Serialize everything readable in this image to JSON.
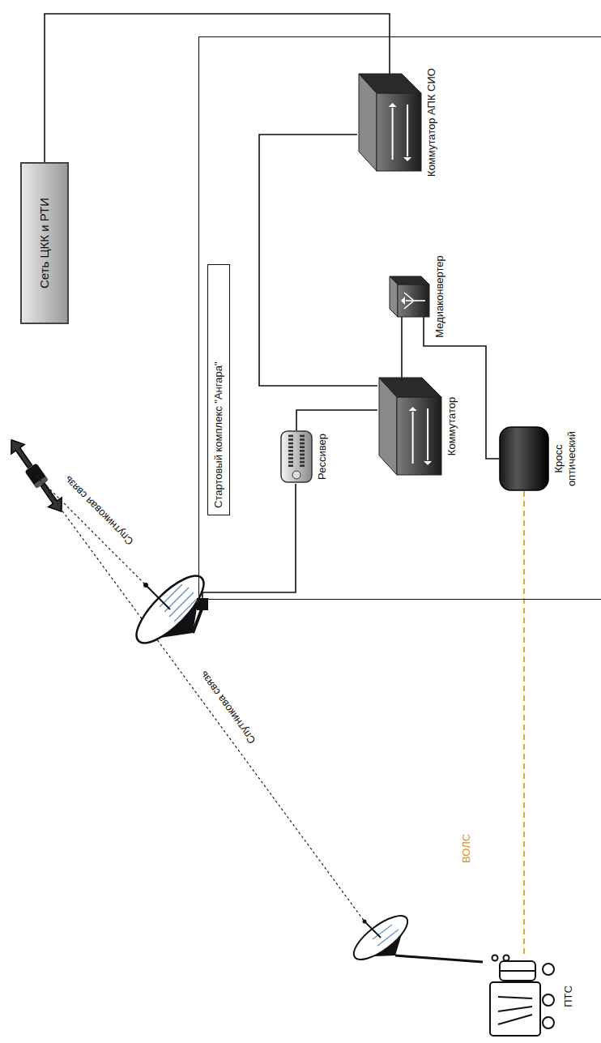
{
  "diagram": {
    "nodes": [
      {
        "text": [
          "Сеть ЦКК и РТИ"
        ]
      },
      {
        "text": [
          "Стартовый комплекс \"Ангара\""
        ]
      },
      {
        "text": [
          "Рессивер"
        ],
        "in": 1
      },
      {
        "text": [
          "Коммутатор"
        ],
        "in": 1
      },
      {
        "text": [
          "Медиаконвертер"
        ],
        "in": 1
      },
      {
        "text": [
          "Коммутатор АПК СИО"
        ],
        "in": 1
      },
      {
        "text": [
          "Кросс оптический"
        ],
        "in": 1
      },
      {
        "text": [
          "ПТС"
        ]
      }
    ],
    "edges": [
      {
        "from": 0,
        "to": 5,
        "arrow": "none"
      },
      {
        "from": 2,
        "to": 3,
        "arrow": "none"
      },
      {
        "from": 3,
        "to": 5,
        "arrow": "none"
      },
      {
        "from": 3,
        "to": 4,
        "arrow": "none"
      },
      {
        "from": 4,
        "to": 6,
        "arrow": "none"
      },
      {
        "from": 6,
        "to": 7,
        "label": "ВОЛС",
        "arrow": "none"
      }
    ],
    "labels": [
      "Спутниковая связь",
      "Спутникова связь"
    ]
  }
}
